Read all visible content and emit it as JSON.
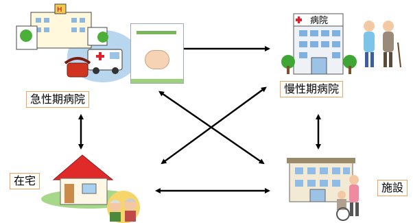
{
  "nodes": {
    "acute_hospital": {
      "label": "急性期病院"
    },
    "chronic_hospital": {
      "label": "慢性期病院",
      "sign": "病院"
    },
    "home": {
      "label": "在宅"
    },
    "facility": {
      "label": "施設"
    }
  },
  "colors": {
    "label_border": "#f2a25c",
    "arrow": "#000000",
    "cross_red": "#e0202a"
  }
}
